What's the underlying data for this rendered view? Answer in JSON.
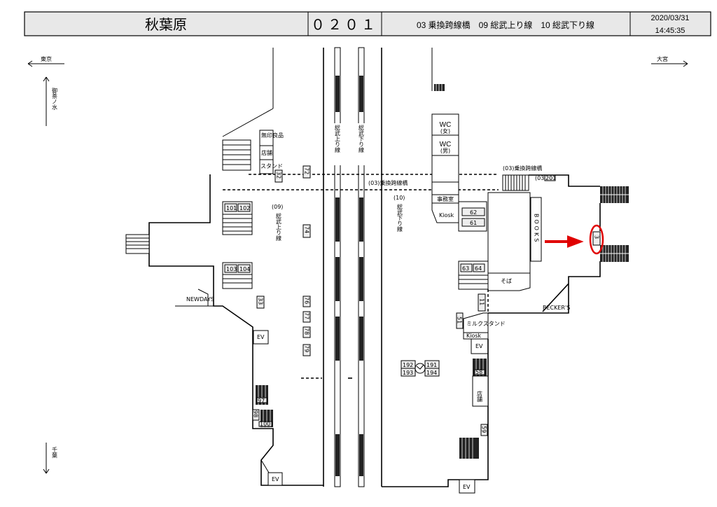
{
  "header": {
    "station": "秋葉原",
    "code": "０２０１",
    "lines": "03 乗換跨線橋　09 総武上り線　10 総武下り線",
    "date": "2020/03/31",
    "time": "14:45:35"
  },
  "directions": {
    "left": "東京",
    "right": "大宮",
    "up": "御茶ノ水",
    "down": "千葉"
  },
  "tracks": {
    "up_line": "総武上り線",
    "down_line": "総武下り線",
    "platform_09_no": "(09)",
    "platform_09": "総武上り線",
    "platform_10_no": "(10)",
    "platform_10": "総武下り線"
  },
  "bridge": {
    "label_center": "(03)乗換跨線橋",
    "label_right": "(03)乗換跨線橋",
    "prefix": "(03)",
    "number": "201"
  },
  "facilities": {
    "muji": "無印良品",
    "shop": "店舗",
    "stand": "スタンド",
    "wc_f": "WC",
    "wc_f_sub": "(女)",
    "wc_m": "WC",
    "wc_m_sub": "(男)",
    "office": "事務室",
    "kiosk1": "Kiosk",
    "kiosk2": "Kiosk",
    "books": "BOOKS",
    "soba": "そば",
    "beckers": "BECKER'S",
    "milk": "ミルクスタンド",
    "newdays": "NEWDAYS",
    "shop2": "店舗",
    "ev1": "EV",
    "ev2": "EV",
    "ev3": "EV",
    "ev4": "EV"
  },
  "numbers": {
    "n32": "32",
    "n72": "72",
    "n74": "74",
    "n33": "33",
    "n76": "76",
    "n77": "77",
    "n78": "78",
    "n79": "79",
    "n101": "101",
    "n102": "102",
    "n103": "103",
    "n104": "104",
    "n62": "62",
    "n61": "61",
    "n63": "63",
    "n64": "64",
    "n11": "11",
    "n51": "51",
    "n58": "58",
    "n59": "59",
    "n97": "97",
    "n98": "98",
    "n100": "100",
    "n191": "191",
    "n192": "192",
    "n193": "193",
    "n194": "194",
    "n3": "3"
  },
  "highlight_color": "#e00000"
}
